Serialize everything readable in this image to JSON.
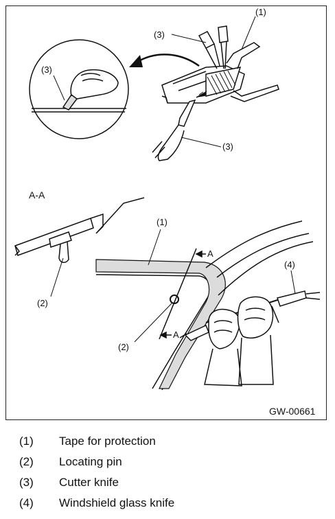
{
  "figure": {
    "code": "GW-00661",
    "section_label": "A-A",
    "section_marker": "A",
    "callouts": {
      "c1": "(1)",
      "c2": "(2)",
      "c3": "(3)",
      "c4": "(4)"
    }
  },
  "legend": [
    {
      "num": "(1)",
      "label": "Tape for protection"
    },
    {
      "num": "(2)",
      "label": "Locating pin"
    },
    {
      "num": "(3)",
      "label": "Cutter knife"
    },
    {
      "num": "(4)",
      "label": "Windshield glass knife"
    }
  ]
}
